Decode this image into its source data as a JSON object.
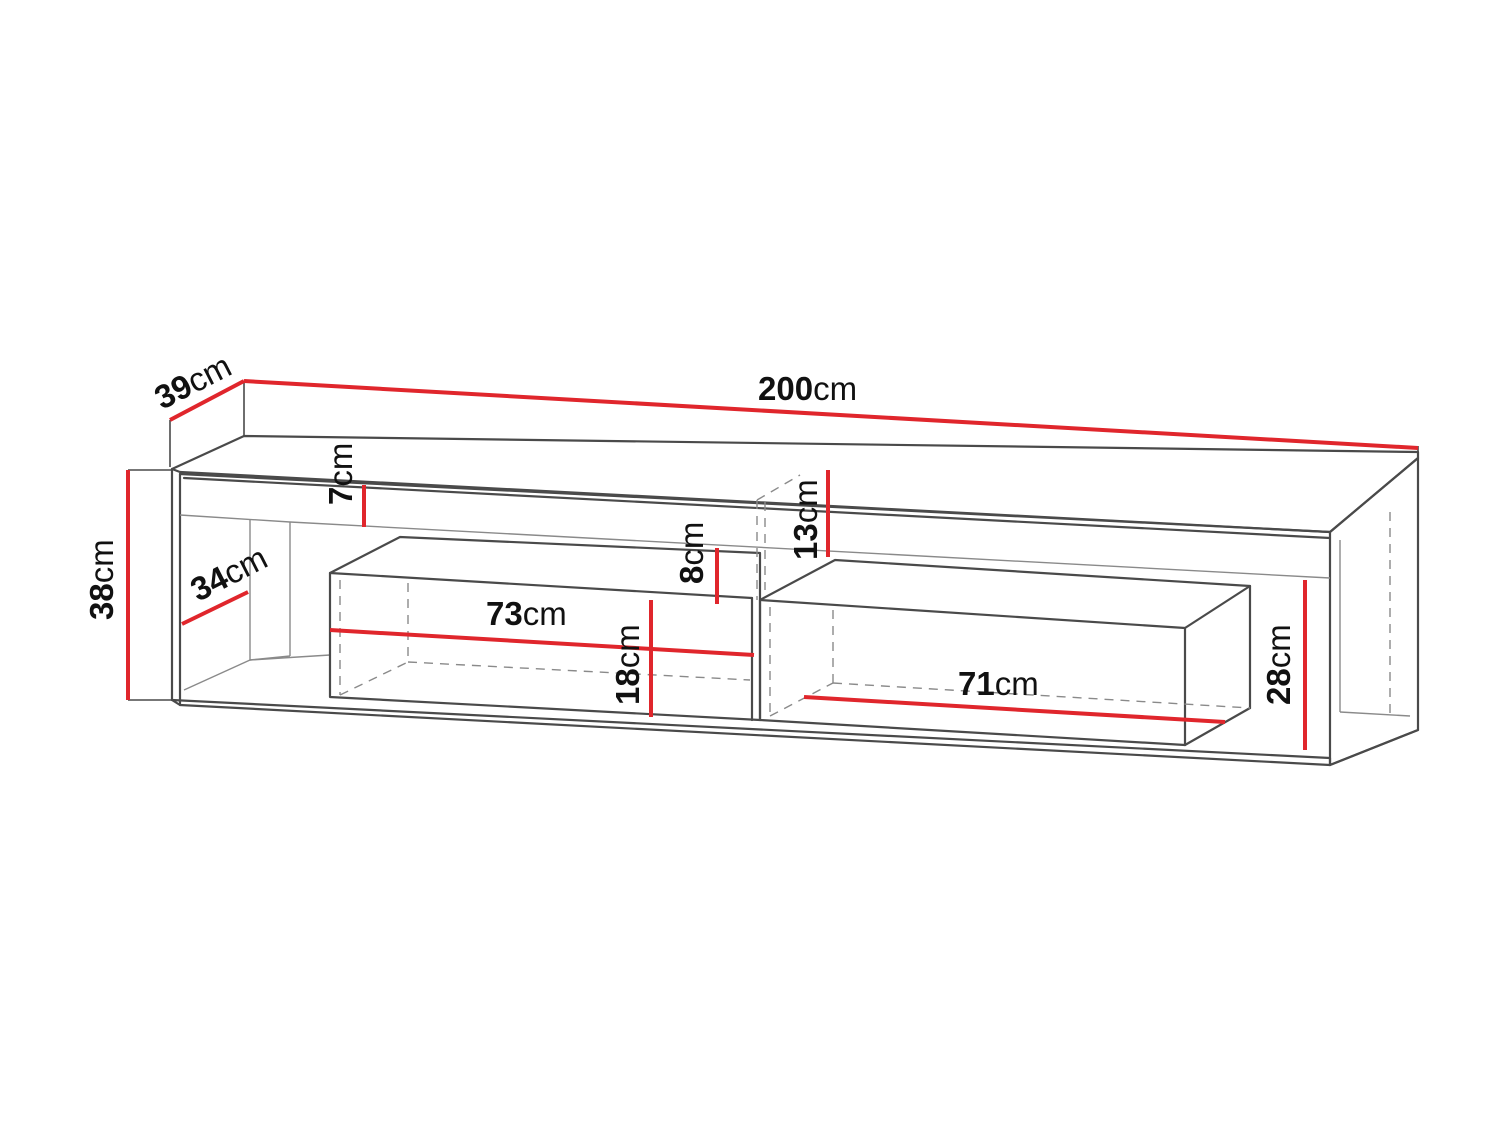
{
  "dimensions": [
    {
      "id": "width",
      "value": "200",
      "unit": "cm"
    },
    {
      "id": "depth",
      "value": "39",
      "unit": "cm"
    },
    {
      "id": "height",
      "value": "38",
      "unit": "cm"
    },
    {
      "id": "top-shelf-gap",
      "value": "7",
      "unit": "cm"
    },
    {
      "id": "inner-depth",
      "value": "34",
      "unit": "cm"
    },
    {
      "id": "left-drawer-width",
      "value": "73",
      "unit": "cm"
    },
    {
      "id": "left-drawer-height",
      "value": "18",
      "unit": "cm"
    },
    {
      "id": "middle-gap",
      "value": "8",
      "unit": "cm"
    },
    {
      "id": "right-top-gap",
      "value": "13",
      "unit": "cm"
    },
    {
      "id": "right-drawer-width",
      "value": "71",
      "unit": "cm"
    },
    {
      "id": "right-height",
      "value": "28",
      "unit": "cm"
    }
  ],
  "colors": {
    "dimension_line": "#e0262c",
    "outline": "#4a4a4a",
    "hidden_edge": "#8a8a8a"
  }
}
